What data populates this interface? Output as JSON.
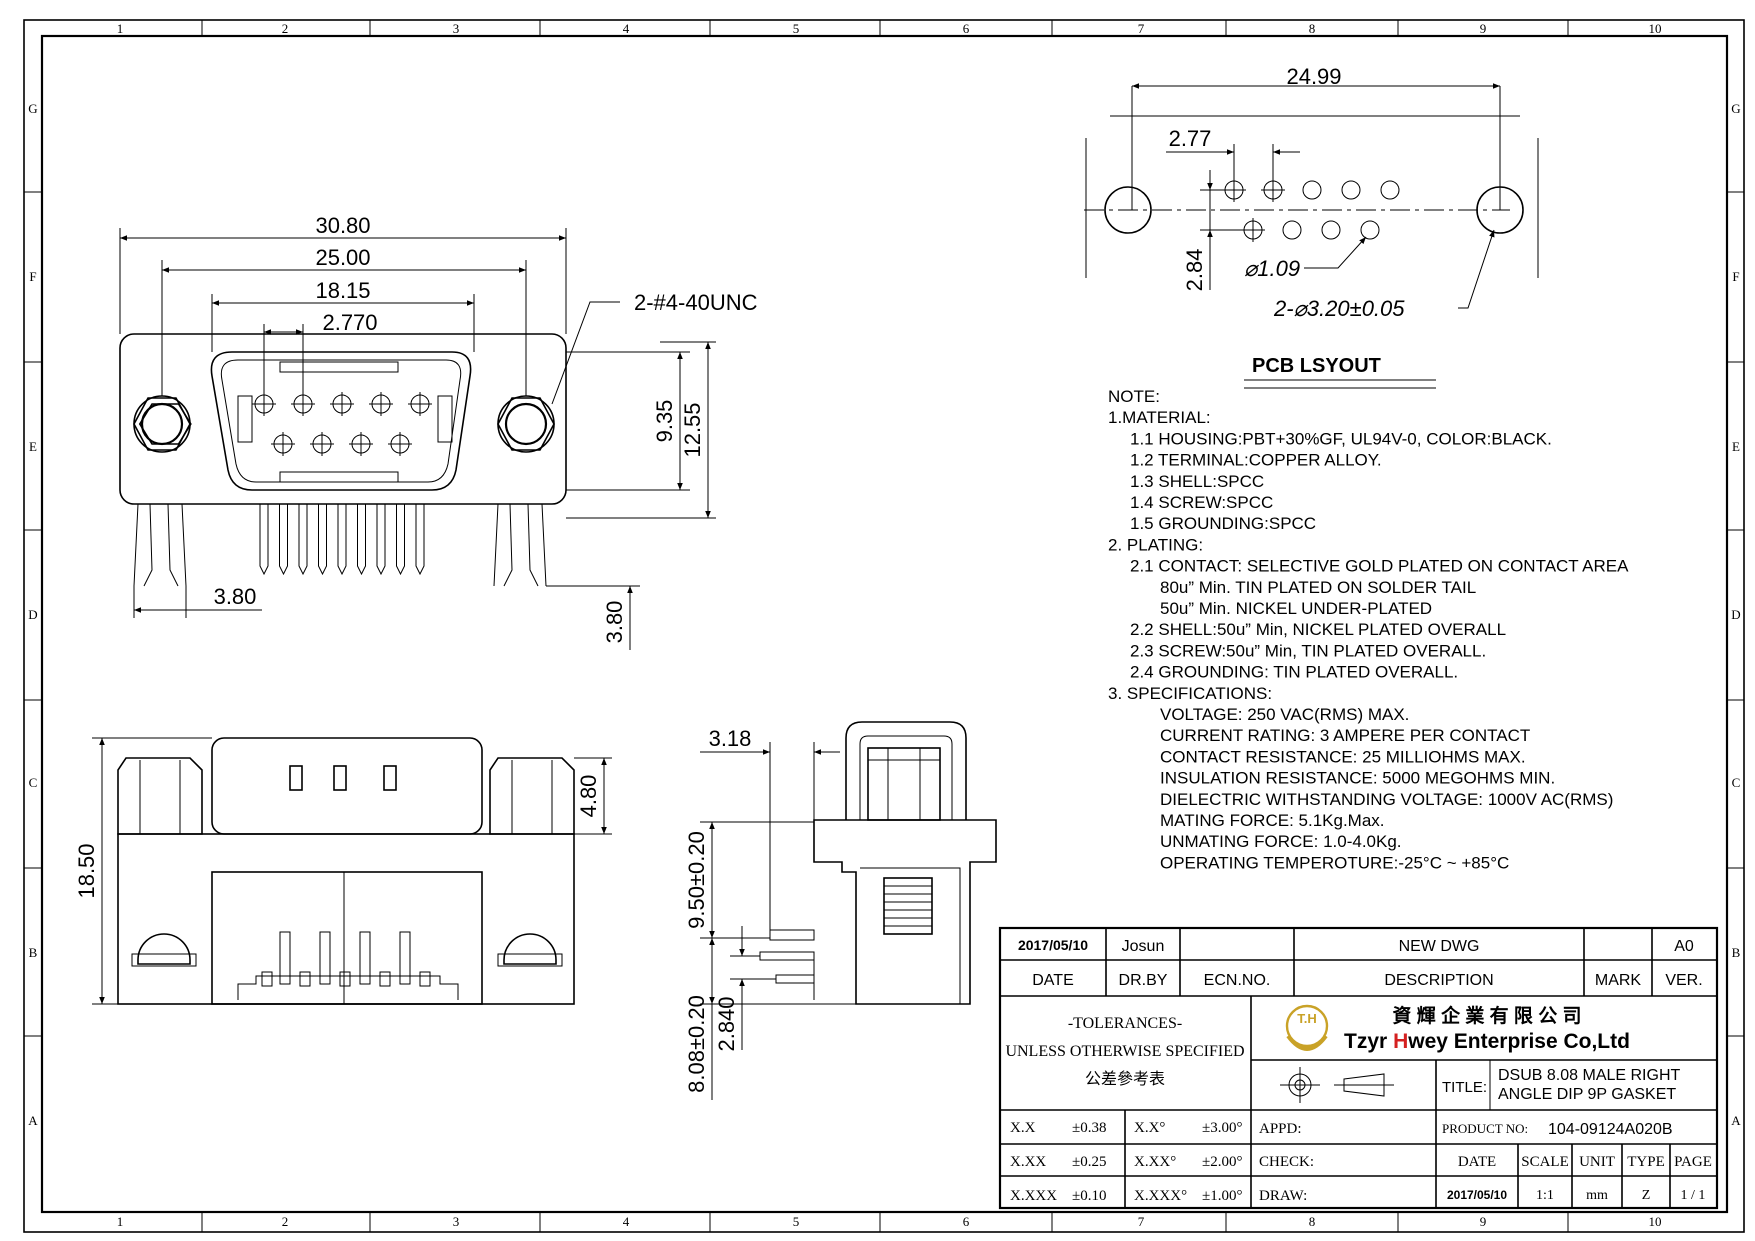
{
  "grid": {
    "columns": [
      "1",
      "2",
      "3",
      "4",
      "5",
      "6",
      "7",
      "8",
      "9",
      "10"
    ],
    "rows": [
      "G",
      "F",
      "E",
      "D",
      "C",
      "B",
      "A"
    ]
  },
  "front_view": {
    "dims": {
      "overall_width": "30.80",
      "screw_pitch": "25.00",
      "shell_width": "18.15",
      "pin_pitch": "2.770",
      "screw_callout": "2-#4-40UNC",
      "height_inner": "9.35",
      "height_outer": "12.55",
      "board_lock_offset": "3.80",
      "tail_length": "3.80"
    }
  },
  "top_view": {
    "dims": {
      "overall_height": "18.50",
      "hex_height": "4.80"
    }
  },
  "side_view": {
    "dims": {
      "flange_depth": "3.18",
      "mate_height": "9.50±0.20",
      "row_spacing": "2.840",
      "pcb_offset": "8.08±0.20"
    }
  },
  "pcb_layout": {
    "title": "PCB LSYOUT",
    "dims": {
      "hole_pitch": "24.99",
      "pin_pitch": "2.77",
      "row_spacing": "2.84",
      "pin_hole": "⌀1.09",
      "mount_hole": "2-⌀3.20±0.05"
    }
  },
  "notes": [
    {
      "indent": 0,
      "text": "NOTE:"
    },
    {
      "indent": 0,
      "text": "1.MATERIAL:"
    },
    {
      "indent": 1,
      "text": "1.1  HOUSING:PBT+30%GF,  UL94V-0,  COLOR:BLACK."
    },
    {
      "indent": 1,
      "text": "1.2  TERMINAL:COPPER  ALLOY."
    },
    {
      "indent": 1,
      "text": "1.3  SHELL:SPCC"
    },
    {
      "indent": 1,
      "text": "1.4  SCREW:SPCC"
    },
    {
      "indent": 1,
      "text": "1.5  GROUNDING:SPCC"
    },
    {
      "indent": 0,
      "text": "2.  PLATING:"
    },
    {
      "indent": 1,
      "text": "2.1  CONTACT:  SELECTIVE  GOLD  PLATED  ON  CONTACT  AREA"
    },
    {
      "indent": 2,
      "text": "80u”  Min.  TIN  PLATED  ON  SOLDER  TAIL"
    },
    {
      "indent": 2,
      "text": "50u”  Min.  NICKEL  UNDER-PLATED"
    },
    {
      "indent": 1,
      "text": "2.2  SHELL:50u”  Min,  NICKEL  PLATED  OVERALL"
    },
    {
      "indent": 1,
      "text": "2.3  SCREW:50u”  Min,  TIN  PLATED  OVERALL."
    },
    {
      "indent": 1,
      "text": "2.4  GROUNDING:  TIN  PLATED  OVERALL."
    },
    {
      "indent": 0,
      "text": "3.  SPECIFICATIONS:"
    },
    {
      "indent": 2,
      "text": "VOLTAGE:  250  VAC(RMS)  MAX."
    },
    {
      "indent": 2,
      "text": "CURRENT  RATING:  3  AMPERE  PER  CONTACT"
    },
    {
      "indent": 2,
      "text": "CONTACT  RESISTANCE:  25  MILLIOHMS  MAX."
    },
    {
      "indent": 2,
      "text": "INSULATION  RESISTANCE:  5000  MEGOHMS  MIN."
    },
    {
      "indent": 2,
      "text": "DIELECTRIC  WITHSTANDING  VOLTAGE:  1000V  AC(RMS)"
    },
    {
      "indent": 2,
      "text": "MATING  FORCE:  5.1Kg.Max."
    },
    {
      "indent": 2,
      "text": "UNMATING  FORCE:  1.0-4.0Kg."
    },
    {
      "indent": 2,
      "text": "OPERATING  TEMPEROTURE:-25°C  ~  +85°C"
    }
  ],
  "title_block": {
    "revision": {
      "date": "2017/05/10",
      "drawn_by": "Josun",
      "ecn": "",
      "description": "NEW  DWG",
      "mark": "",
      "version": "A0"
    },
    "headers": {
      "date": "DATE",
      "dr_by": "DR.BY",
      "ecn_no": "ECN.NO.",
      "description": "DESCRIPTION",
      "mark": "MARK",
      "ver": "VER."
    },
    "tolerances": {
      "title": "-TOLERANCES-",
      "subtitle": "UNLESS OTHERWISE SPECIFIED",
      "chinese": "公差參考表",
      "rows": [
        {
          "l": "X.X",
          "lv": "±0.38",
          "a": "X.X°",
          "av": "±3.00°"
        },
        {
          "l": "X.XX",
          "lv": "±0.25",
          "a": "X.XX°",
          "av": "±2.00°"
        },
        {
          "l": "X.XXX",
          "lv": "±0.10",
          "a": "X.XXX°",
          "av": "±1.00°"
        }
      ]
    },
    "company": {
      "logo_letters": "T.H",
      "chinese_name": "資 輝 企 業 有 限 公 司",
      "name_prefix": "Tzyr ",
      "name_accent": "H",
      "name_suffix": "wey Enterprise Co,Ltd",
      "accent_color": "#d42020",
      "logo_color": "#c9a227"
    },
    "title_label": "TITLE:",
    "title_line1": "DSUB 8.08 MALE RIGHT",
    "title_line2": "ANGLE DIP 9P GASKET",
    "product_no_label": "PRODUCT NO:",
    "product_no": "104-09124A020B",
    "appd_label": "APPD:",
    "check_label": "CHECK:",
    "draw_label": "DRAW:",
    "footer_headers": {
      "date": "DATE",
      "scale": "SCALE",
      "unit": "UNIT",
      "type": "TYPE",
      "page": "PAGE"
    },
    "footer_values": {
      "date": "2017/05/10",
      "scale": "1:1",
      "unit": "mm",
      "type": "Z",
      "page": "1 / 1"
    }
  }
}
